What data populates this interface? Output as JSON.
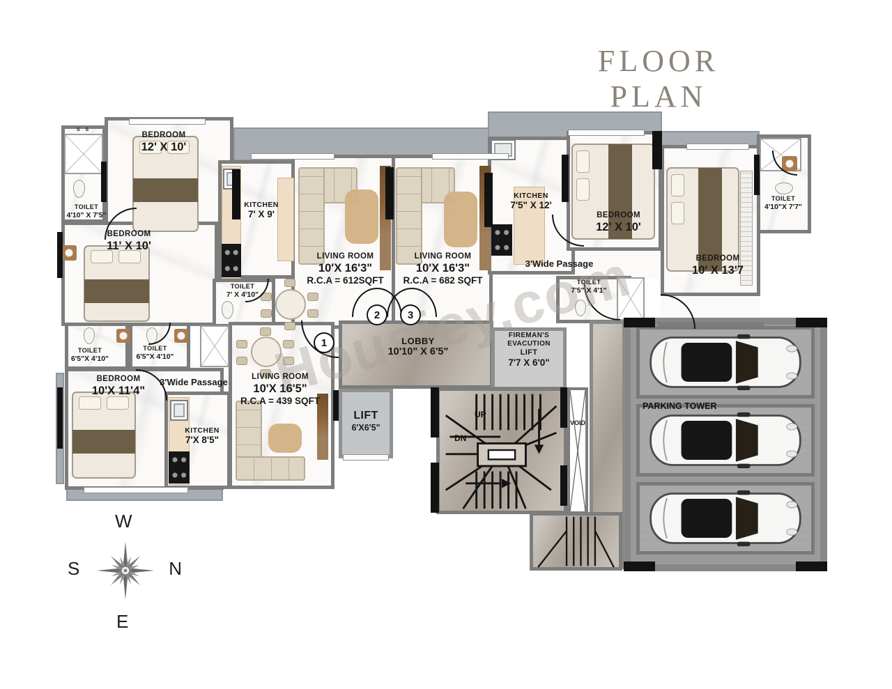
{
  "title": "FLOOR PLAN",
  "watermark": "Housiey.com",
  "compass": {
    "top": "W",
    "right": "N",
    "left": "S",
    "bottom": "E"
  },
  "entrances": {
    "e1": "1",
    "e2": "2",
    "e3": "3"
  },
  "rooms": {
    "bedroom_tl": {
      "name": "BEDROOM",
      "dims": "12' X 10'"
    },
    "toilet_tl": {
      "name": "TOILET",
      "dims": "4'10\" X 7'5\"",
      "shower_mark": "S S"
    },
    "bedroom_ml": {
      "name": "BEDROOM",
      "dims": "11' X 10'"
    },
    "kitchen_1": {
      "name": "KITCHEN",
      "dims": "7' X 9'"
    },
    "living_1": {
      "name": "LIVING ROOM",
      "dims": "10'X 16'3\"",
      "rca": "R.C.A = 612SQFT"
    },
    "toilet_1": {
      "name": "TOILET",
      "dims": "7' X 4'10\""
    },
    "living_2": {
      "name": "LIVING ROOM",
      "dims": "10'X 16'3\"",
      "rca": "R.C.A = 682 SQFT"
    },
    "kitchen_2": {
      "name": "KITCHEN",
      "dims": "7'5\" X 12'"
    },
    "passage_top": {
      "name": "3'Wide Passage"
    },
    "bedroom_tr": {
      "name": "BEDROOM",
      "dims": "12' X 10'"
    },
    "bedroom_r": {
      "name": "BEDROOM",
      "dims": "10' X 13'7"
    },
    "toilet_tr": {
      "name": "TOILET",
      "dims": "4'10\"X 7'7\""
    },
    "toilet_mr": {
      "name": "TOILET",
      "dims": "7'5\" X 4'1\""
    },
    "toilet_bl1": {
      "name": "TOILET",
      "dims": "6'5\"X 4'10\""
    },
    "toilet_bl2": {
      "name": "TOILET",
      "dims": "6'5\"X 4'10\""
    },
    "bedroom_bl": {
      "name": "BEDROOM",
      "dims": "10'X 11'4\""
    },
    "passage_bottom": {
      "name": "3'Wide Passage"
    },
    "living_3": {
      "name": "LIVING ROOM",
      "dims": "10'X 16'5\"",
      "rca": "R.C.A = 439 SQFT"
    },
    "kitchen_3": {
      "name": "KITCHEN",
      "dims": "7'X 8'5\""
    },
    "lobby": {
      "name": "LOBBY",
      "dims": "10'10\" X 6'5\""
    },
    "lift": {
      "name": "LIFT",
      "dims": "6'X6'5\""
    },
    "fireman_lift": {
      "line1": "FIREMAN'S",
      "line2": "EVACUTION",
      "line3": "LIFT",
      "dims": "7'7 X 6'0\""
    },
    "stairs": {
      "up": "UP",
      "dn": "DN"
    },
    "void": {
      "name": "VOID"
    },
    "parking": {
      "name": "PARKING TOWER"
    }
  },
  "colors": {
    "wall": "#7d7d7d",
    "deck": "#a7adb3",
    "marble": "#b6aea4",
    "counter": "#f0ddc6",
    "wood": "#8a6137",
    "title": "#8c8479"
  }
}
